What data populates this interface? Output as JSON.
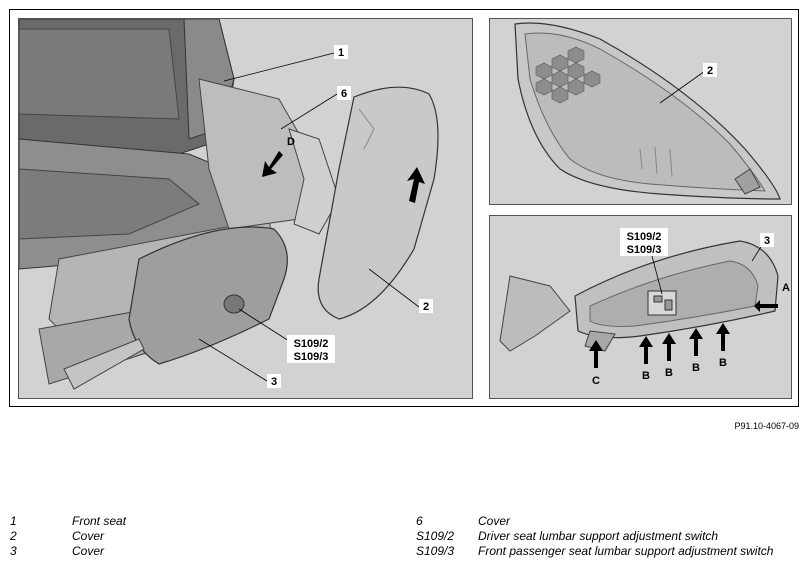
{
  "figure_code": "P91.10-4067-09",
  "panels": {
    "left": {
      "callouts": [
        "1",
        "6",
        "D",
        "2",
        "3"
      ],
      "switch_label_a": "S109/2",
      "switch_label_b": "S109/3"
    },
    "top_right": {
      "callouts": [
        "2"
      ]
    },
    "bottom_right": {
      "callouts": [
        "3",
        "A",
        "C",
        "B",
        "B",
        "B",
        "B"
      ],
      "switch_label_a": "S109/2",
      "switch_label_b": "S109/3"
    }
  },
  "legend": {
    "left": [
      {
        "num": "1",
        "text": "Front seat"
      },
      {
        "num": "2",
        "text": "Cover"
      },
      {
        "num": "3",
        "text": "Cover"
      }
    ],
    "right": [
      {
        "num": "6",
        "text": "Cover"
      },
      {
        "num": "S109/2",
        "text": "Driver seat lumbar support adjustment switch"
      },
      {
        "num": "S109/3",
        "text": "Front passenger seat lumbar support adjustment switch"
      }
    ]
  }
}
